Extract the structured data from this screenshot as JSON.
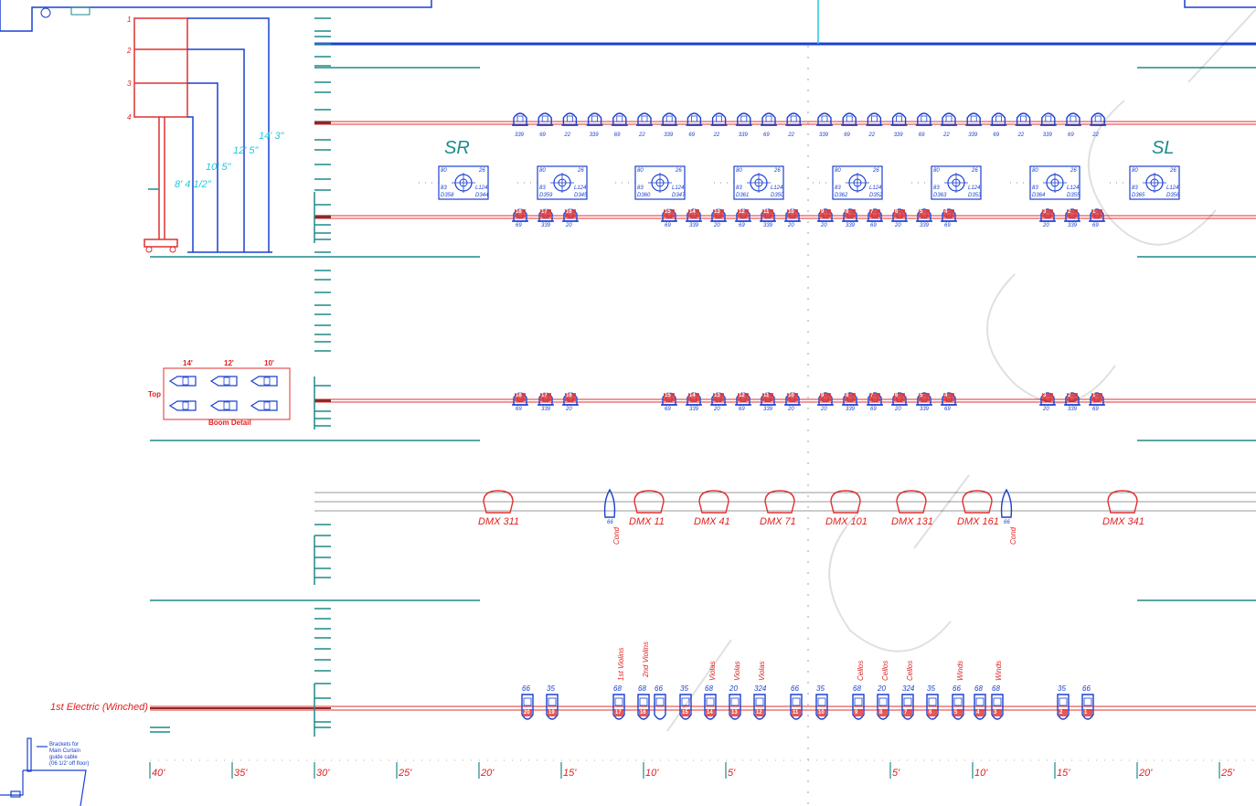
{
  "stage": {
    "sr": "SR",
    "sl": "SL"
  },
  "heights": {
    "h1": "14' 3\"",
    "h2": "12' 5\"",
    "h3": "10' 5\"",
    "h4": "8' 4 1/2\""
  },
  "levels": [
    "1",
    "2",
    "3",
    "4"
  ],
  "boom_detail": {
    "title": "Boom Detail",
    "top": "Top",
    "cols": [
      "14'",
      "12'",
      "10'"
    ]
  },
  "first_electric": "1st Electric (Winched)",
  "brackets_note": [
    "Brackets for",
    "Main Curtain",
    "guide cable",
    "(06 1/2' off floor)"
  ],
  "ruler": [
    "40'",
    "35'",
    "30'",
    "25'",
    "20'",
    "15'",
    "10'",
    "5'",
    "5'",
    "10'",
    "15'",
    "20'",
    "25'"
  ],
  "row1": {
    "colors": [
      "339",
      "69",
      "22",
      "339",
      "69",
      "22",
      "339",
      "69",
      "22",
      "339",
      "69",
      "22",
      "339",
      "69",
      "22",
      "339",
      "69",
      "22",
      "339",
      "69",
      "22",
      "339",
      "69",
      "22"
    ]
  },
  "boxes": [
    {
      "tl": "80",
      "tr": "26",
      "ml": "83",
      "mr": "L124",
      "bl": "D358",
      "br": "D344"
    },
    {
      "tl": "80",
      "tr": "26",
      "ml": "83",
      "mr": "L124",
      "bl": "D359",
      "br": "D345"
    },
    {
      "tl": "80",
      "tr": "26",
      "ml": "83",
      "mr": "L124",
      "bl": "D360",
      "br": "D347"
    },
    {
      "tl": "80",
      "tr": "26",
      "ml": "83",
      "mr": "L124",
      "bl": "D361",
      "br": "D350"
    },
    {
      "tl": "80",
      "tr": "26",
      "ml": "83",
      "mr": "L124",
      "bl": "D362",
      "br": "D352"
    },
    {
      "tl": "80",
      "tr": "26",
      "ml": "83",
      "mr": "L124",
      "bl": "D363",
      "br": "D353"
    },
    {
      "tl": "80",
      "tr": "26",
      "ml": "83",
      "mr": "L124",
      "bl": "D364",
      "br": "D355"
    },
    {
      "tl": "80",
      "tr": "26",
      "ml": "83",
      "mr": "L124",
      "bl": "D365",
      "br": "D356"
    }
  ],
  "row2": {
    "nums": [
      "18",
      "17",
      "16",
      "15",
      "14",
      "13",
      "12",
      "11",
      "10",
      "9",
      "8",
      "7",
      "6",
      "5",
      "4",
      "3",
      "2",
      "1"
    ],
    "colors": [
      "69",
      "339",
      "20",
      "69",
      "339",
      "20",
      "69",
      "339",
      "20",
      "20",
      "339",
      "69",
      "20",
      "339",
      "69",
      "20",
      "339",
      "69"
    ]
  },
  "row4": {
    "dmx": [
      "DMX 311",
      "DMX 11",
      "DMX 41",
      "DMX 71",
      "DMX 101",
      "DMX 131",
      "DMX 161",
      "DMX 341"
    ],
    "cond": "Cond",
    "cond_color": "66"
  },
  "row5": {
    "nums": [
      "20",
      "19",
      "17",
      "16",
      "15",
      "14",
      "13",
      "12",
      "11",
      "10",
      "9",
      "8",
      "7",
      "6",
      "5",
      "4",
      "3",
      "2",
      "1"
    ],
    "top_colors": [
      "66",
      "35",
      "68",
      "68",
      "66",
      "35",
      "68",
      "20",
      "324",
      "66",
      "35",
      "68",
      "20",
      "324",
      "35",
      "66",
      "68",
      "68",
      "35",
      "66"
    ],
    "sections": [
      "1st Violins",
      "2nd Violins",
      "Violas",
      "Violas",
      "Violas",
      "Cellos",
      "Cellos",
      "Cellos",
      "Winds",
      "Winds"
    ]
  }
}
